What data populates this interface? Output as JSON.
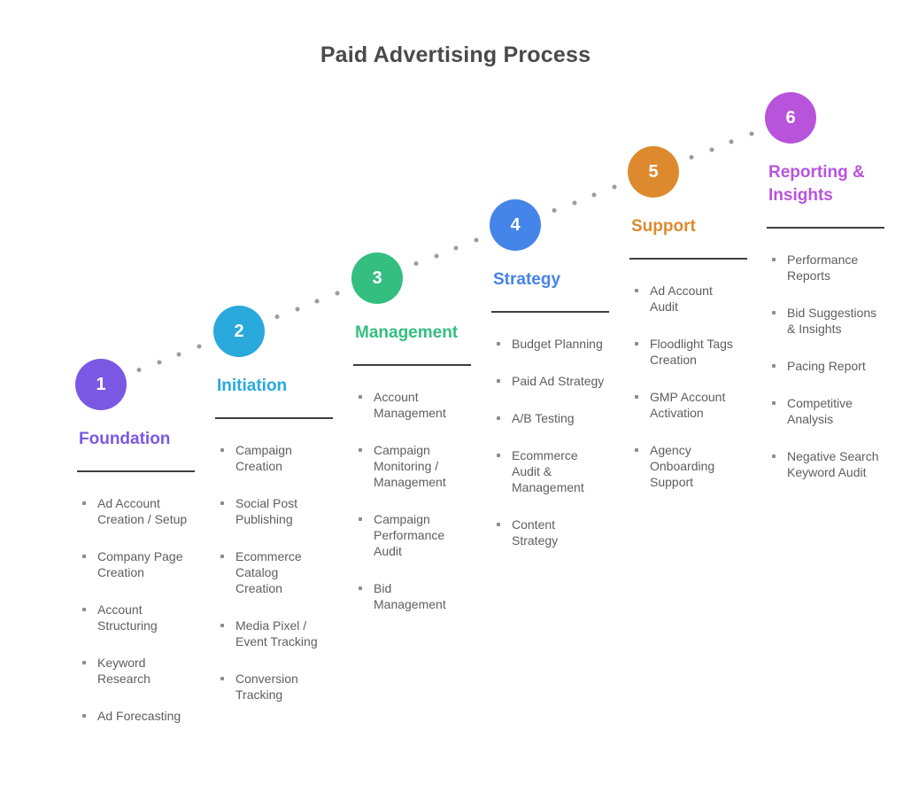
{
  "title": "Paid Advertising Process",
  "title_color": "#4A4A4A",
  "connector_dot_color": "#9B9B9B",
  "steps": [
    {
      "number": "1",
      "label": "Foundation",
      "color": "#7B58E4",
      "items": [
        "Ad Account Creation / Setup",
        "Company Page Creation",
        "Account Structuring",
        "Keyword Research",
        "Ad Forecasting"
      ]
    },
    {
      "number": "2",
      "label": "Initiation",
      "color": "#29A9DC",
      "items": [
        "Campaign Creation",
        "Social Post Publishing",
        "Ecommerce Catalog Creation",
        "Media Pixel / Event Tracking",
        "Conversion Tracking"
      ]
    },
    {
      "number": "3",
      "label": "Management",
      "color": "#34BE80",
      "items": [
        "Account Management",
        "Campaign Monitoring / Management",
        "Campaign Performance Audit",
        "Bid Management"
      ]
    },
    {
      "number": "4",
      "label": "Strategy",
      "color": "#4584E8",
      "items": [
        "Budget Planning",
        "Paid Ad Strategy",
        "A/B Testing",
        "Ecommerce Audit & Management",
        "Content Strategy"
      ]
    },
    {
      "number": "5",
      "label": "Support",
      "color": "#DD8A2E",
      "items": [
        "Ad Account Audit",
        "Floodlight Tags Creation",
        "GMP Account Activation",
        "Agency Onboarding Support"
      ]
    },
    {
      "number": "6",
      "label": "Reporting & Insights",
      "color": "#B854DC",
      "items": [
        "Performance Reports",
        "Bid Suggestions & Insights",
        "Pacing Report",
        "Competitive Analysis",
        "Negative Search Keyword Audit"
      ]
    }
  ]
}
